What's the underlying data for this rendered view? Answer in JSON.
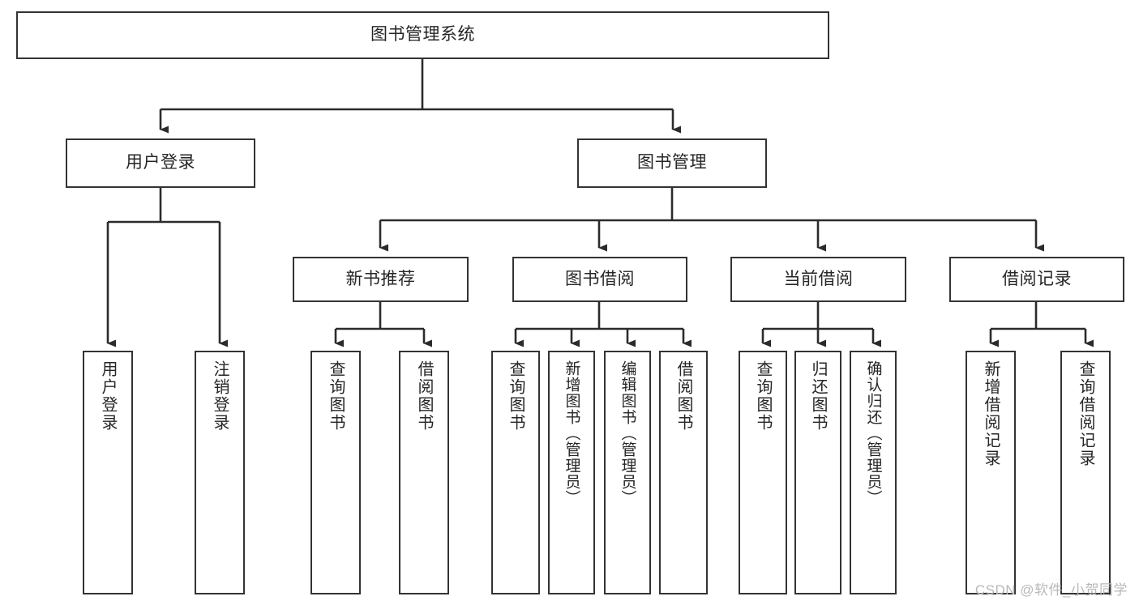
{
  "diagram": {
    "title": "图书管理系统",
    "type": "hierarchy-tree",
    "watermark": "CSDN @软件_小贺同学",
    "colors": {
      "background": "#ffffff",
      "box_border": "#333333",
      "box_fill": "#ffffff",
      "text": "#262626",
      "connector": "#2b2b2b",
      "watermark": "#b8b8b8"
    },
    "root": {
      "id": "root",
      "label": "图书管理系统",
      "level": 0
    },
    "level1": [
      {
        "id": "user-login",
        "label": "用户登录",
        "level": 1
      },
      {
        "id": "book-management",
        "label": "图书管理",
        "level": 1
      }
    ],
    "level2": [
      {
        "id": "new-book-recommend",
        "label": "新书推荐",
        "level": 2,
        "parent": "book-management"
      },
      {
        "id": "book-borrow",
        "label": "图书借阅",
        "level": 2,
        "parent": "book-management"
      },
      {
        "id": "current-borrow",
        "label": "当前借阅",
        "level": 2,
        "parent": "book-management"
      },
      {
        "id": "borrow-record",
        "label": "借阅记录",
        "level": 2,
        "parent": "book-management"
      }
    ],
    "leaves": [
      {
        "id": "leaf-user-login",
        "label": "用户登录",
        "parent": "user-login"
      },
      {
        "id": "leaf-logout-login",
        "label": "注销登录",
        "parent": "user-login"
      },
      {
        "id": "leaf-query-book-1",
        "label": "查询图书",
        "parent": "new-book-recommend"
      },
      {
        "id": "leaf-borrow-book-1",
        "label": "借阅图书",
        "parent": "new-book-recommend"
      },
      {
        "id": "leaf-query-book-2",
        "label": "查询图书",
        "parent": "book-borrow"
      },
      {
        "id": "leaf-add-book",
        "label": "新增图书（管理员）",
        "parent": "book-borrow"
      },
      {
        "id": "leaf-edit-book",
        "label": "编辑图书（管理员）",
        "parent": "book-borrow"
      },
      {
        "id": "leaf-borrow-book-2",
        "label": "借阅图书",
        "parent": "book-borrow"
      },
      {
        "id": "leaf-query-book-3",
        "label": "查询图书",
        "parent": "current-borrow"
      },
      {
        "id": "leaf-return-book",
        "label": "归还图书",
        "parent": "current-borrow"
      },
      {
        "id": "leaf-confirm-return",
        "label": "确认归还（管理员）",
        "parent": "current-borrow"
      },
      {
        "id": "leaf-add-borrow-record",
        "label": "新增借阅记录",
        "parent": "borrow-record"
      },
      {
        "id": "leaf-query-borrow-record",
        "label": "查询借阅记录",
        "parent": "borrow-record"
      }
    ]
  }
}
